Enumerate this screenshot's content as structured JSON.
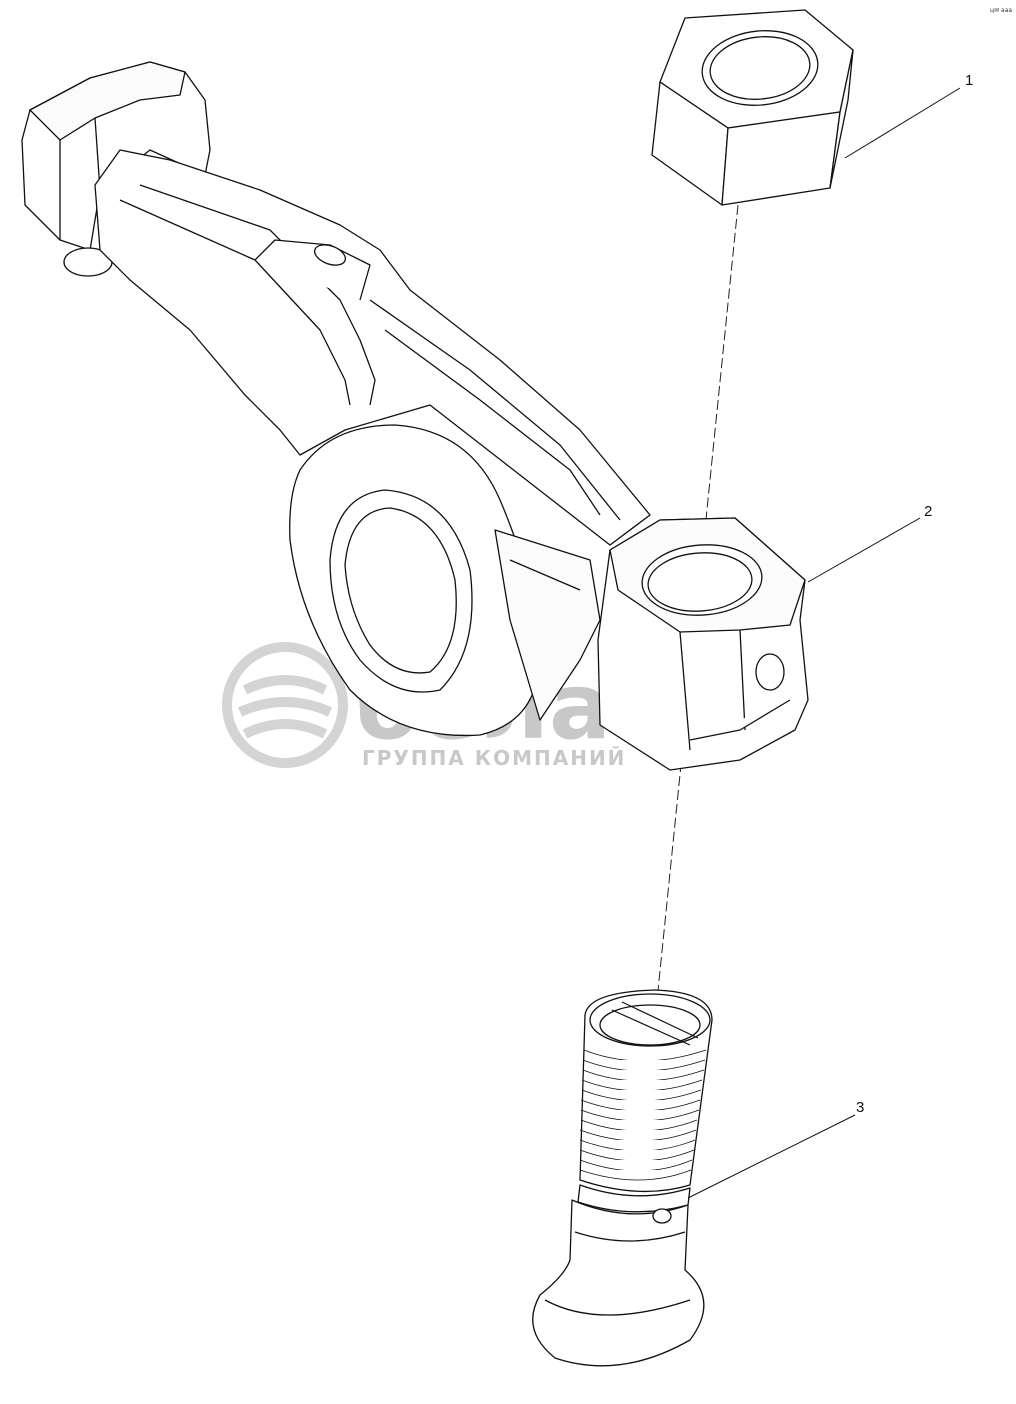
{
  "corner_code": "ц✉ ааа",
  "callouts": [
    {
      "label": "1",
      "part": "nut"
    },
    {
      "label": "2",
      "part": "rocker-arm"
    },
    {
      "label": "3",
      "part": "adjusting-screw"
    }
  ],
  "watermark": {
    "brand": "белагро",
    "tagline": "ГРУППА КОМПАНИЙ"
  }
}
